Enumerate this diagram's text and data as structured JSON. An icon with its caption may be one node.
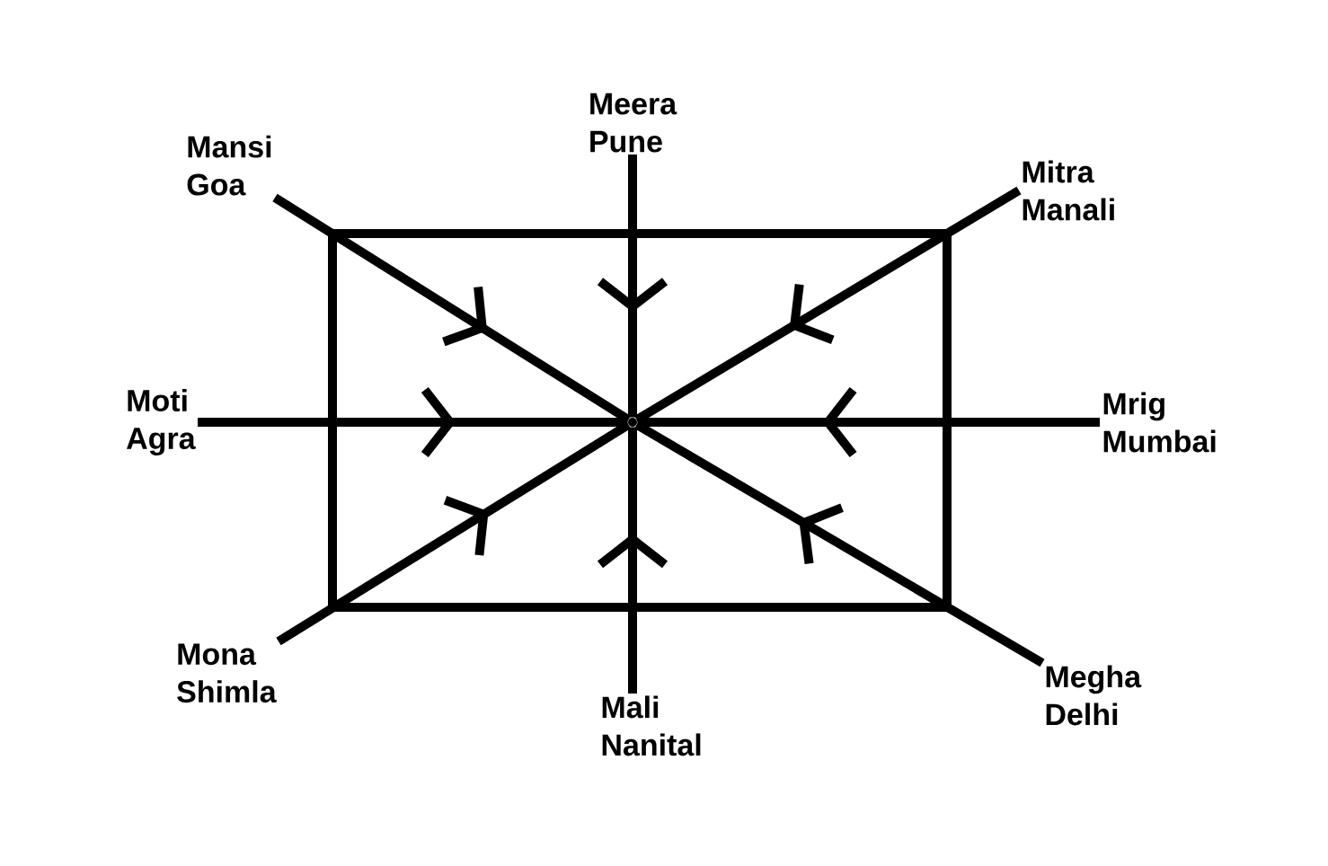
{
  "diagram": {
    "nodes": [
      {
        "text": [
          "Mansi",
          "Goa"
        ]
      },
      {
        "text": [
          "Meera",
          "Pune"
        ]
      },
      {
        "text": [
          "Mitra",
          "Manali"
        ]
      },
      {
        "text": [
          "Moti",
          "Agra"
        ]
      },
      {
        "text": [
          "Mrig",
          "Mumbai"
        ]
      },
      {
        "text": [
          "Mona",
          "Shimla"
        ]
      },
      {
        "text": [
          "Mali",
          "Nanital"
        ]
      },
      {
        "text": [
          "Megha",
          "Delhi"
        ]
      },
      {
        "text": [],
        "shape": "circle"
      }
    ],
    "edges": [
      {
        "from": 0,
        "to": 8,
        "arrow": "to"
      },
      {
        "from": 1,
        "to": 8,
        "arrow": "to"
      },
      {
        "from": 2,
        "to": 8,
        "arrow": "to"
      },
      {
        "from": 3,
        "to": 8,
        "arrow": "to"
      },
      {
        "from": 4,
        "to": 8,
        "arrow": "to"
      },
      {
        "from": 5,
        "to": 8,
        "arrow": "to"
      },
      {
        "from": 6,
        "to": 8,
        "arrow": "to"
      },
      {
        "from": 7,
        "to": 8,
        "arrow": "to"
      }
    ]
  }
}
